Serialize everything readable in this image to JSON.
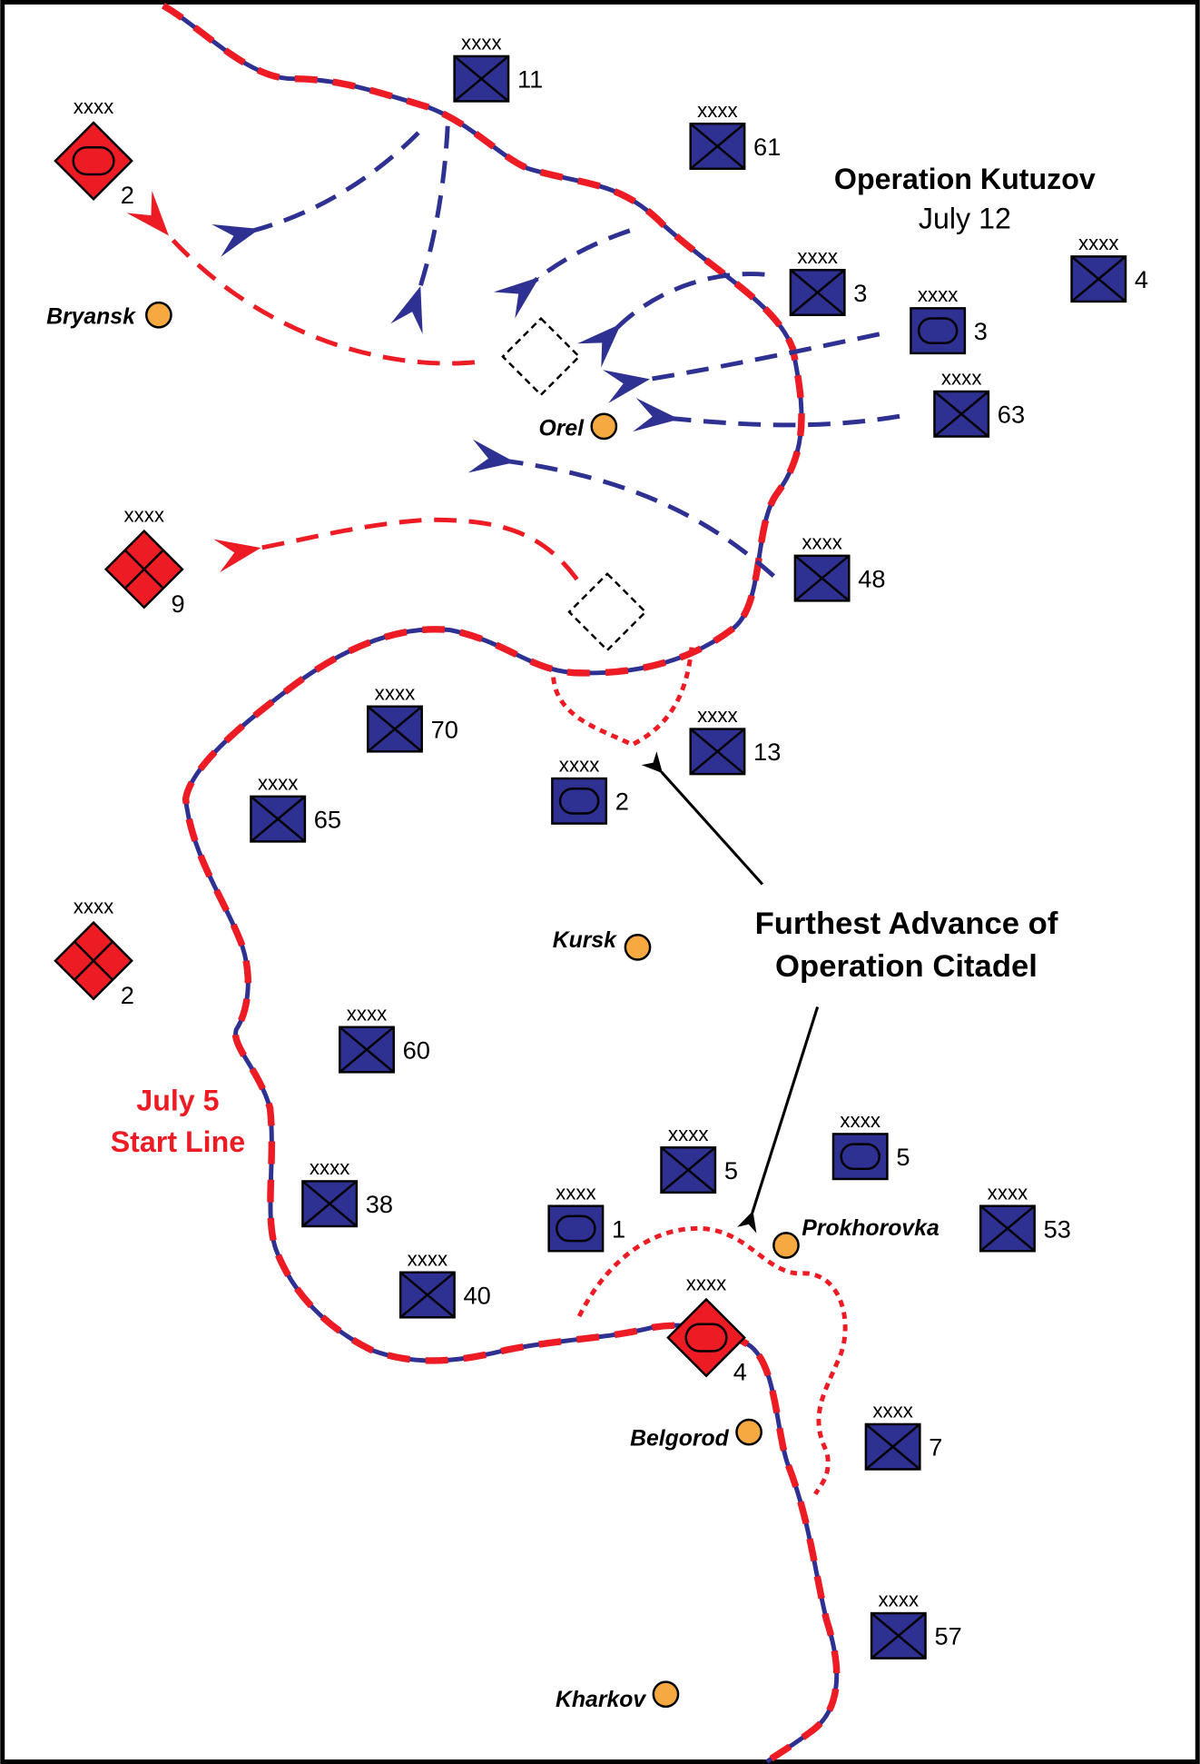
{
  "title": {
    "line1": "Operation Kutuzov",
    "line2": "July 12"
  },
  "callout": {
    "line1": "Furthest Advance of",
    "line2": "Operation Citadel"
  },
  "start_line": {
    "line1": "July 5",
    "line2": "Start Line"
  },
  "echelon": "xxxx",
  "colors": {
    "soviet": "#2e3192",
    "german": "#ed1c24",
    "city": "#f7a941",
    "border": "#000000"
  },
  "cities": [
    {
      "id": "bryansk",
      "name": "Bryansk"
    },
    {
      "id": "orel",
      "name": "Orel"
    },
    {
      "id": "kursk",
      "name": "Kursk"
    },
    {
      "id": "prokhorovka",
      "name": "Prokhorovka"
    },
    {
      "id": "belgorod",
      "name": "Belgorod"
    },
    {
      "id": "kharkov",
      "name": "Kharkov"
    }
  ],
  "soviet_units": [
    {
      "id": "s11",
      "number": "11",
      "type": "infantry"
    },
    {
      "id": "s61",
      "number": "61",
      "type": "infantry"
    },
    {
      "id": "s3i",
      "number": "3",
      "type": "infantry"
    },
    {
      "id": "s4",
      "number": "4",
      "type": "infantry"
    },
    {
      "id": "s3t",
      "number": "3",
      "type": "armor"
    },
    {
      "id": "s63",
      "number": "63",
      "type": "infantry"
    },
    {
      "id": "s48",
      "number": "48",
      "type": "infantry"
    },
    {
      "id": "s70",
      "number": "70",
      "type": "infantry"
    },
    {
      "id": "s13",
      "number": "13",
      "type": "infantry"
    },
    {
      "id": "s2t",
      "number": "2",
      "type": "armor"
    },
    {
      "id": "s65",
      "number": "65",
      "type": "infantry"
    },
    {
      "id": "s60",
      "number": "60",
      "type": "infantry"
    },
    {
      "id": "s5i",
      "number": "5",
      "type": "infantry"
    },
    {
      "id": "s5t",
      "number": "5",
      "type": "armor"
    },
    {
      "id": "s38",
      "number": "38",
      "type": "infantry"
    },
    {
      "id": "s1t",
      "number": "1",
      "type": "armor"
    },
    {
      "id": "s53",
      "number": "53",
      "type": "infantry"
    },
    {
      "id": "s40",
      "number": "40",
      "type": "infantry"
    },
    {
      "id": "s7",
      "number": "7",
      "type": "infantry"
    },
    {
      "id": "s57",
      "number": "57",
      "type": "infantry"
    }
  ],
  "german_units": [
    {
      "id": "g2t",
      "number": "2",
      "type": "armor"
    },
    {
      "id": "g9",
      "number": "9",
      "type": "infantry"
    },
    {
      "id": "g2i",
      "number": "2",
      "type": "infantry"
    },
    {
      "id": "g4t",
      "number": "4",
      "type": "armor"
    }
  ]
}
